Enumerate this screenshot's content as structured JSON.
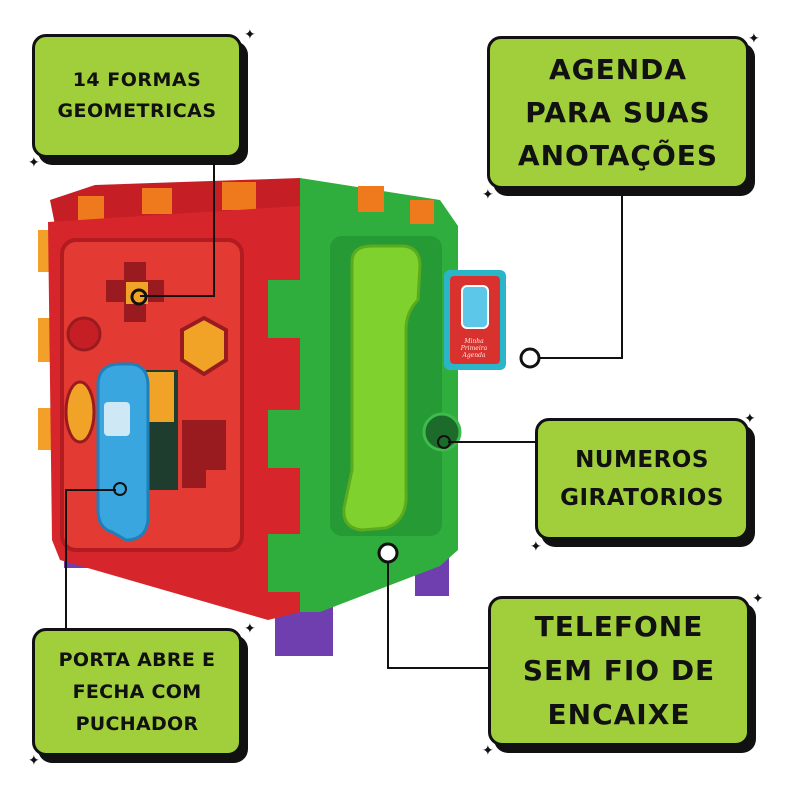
{
  "callouts": {
    "shapes": {
      "lines": [
        "14 FORMAS",
        "GEOMETRICAS"
      ]
    },
    "agenda": {
      "lines": [
        "AGENDA",
        "PARA SUAS",
        "ANOTAÇÕES"
      ]
    },
    "numbers": {
      "lines": [
        "NUMEROS",
        "GIRATORIOS"
      ]
    },
    "phone": {
      "lines": [
        "TELEFONE",
        "SEM FIO DE",
        "ENCAIXE"
      ]
    },
    "door": {
      "lines": [
        "PORTA ABRE E",
        "FECHA COM",
        "PUCHADOR"
      ]
    }
  },
  "agenda_tag": {
    "title": "Minha Primeira Agenda"
  },
  "colors": {
    "callout_bg": "#a1cf3b",
    "outline": "#111111",
    "cube_red": "#d7262b",
    "cube_green": "#2fae3e",
    "handset_green": "#7fd12e",
    "door_blue": "#3aa6df",
    "feet_purple": "#6f3fb0",
    "orange": "#ef7a1e"
  }
}
